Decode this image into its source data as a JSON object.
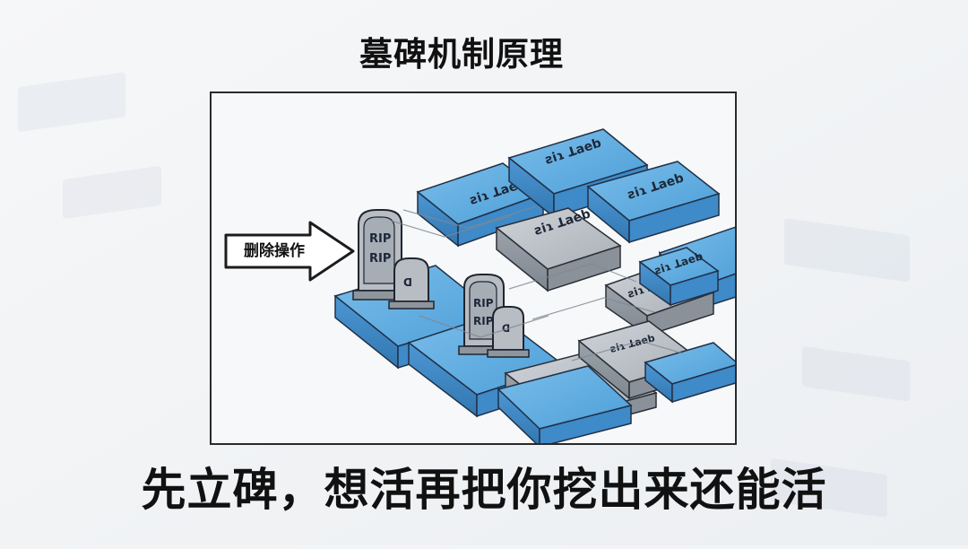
{
  "title": "墓碑机制原理",
  "delete_label": "删除操作",
  "caption": "先立碑，想活再把你挖出来还能活",
  "tombstone_text": "RIP",
  "colors": {
    "blue_top": "#5aa6de",
    "blue_side": "#3c88c7",
    "gray_top": "#b7bcc3",
    "gray_side": "#8f969f",
    "outline": "#1f2f45",
    "text": "#111111"
  }
}
